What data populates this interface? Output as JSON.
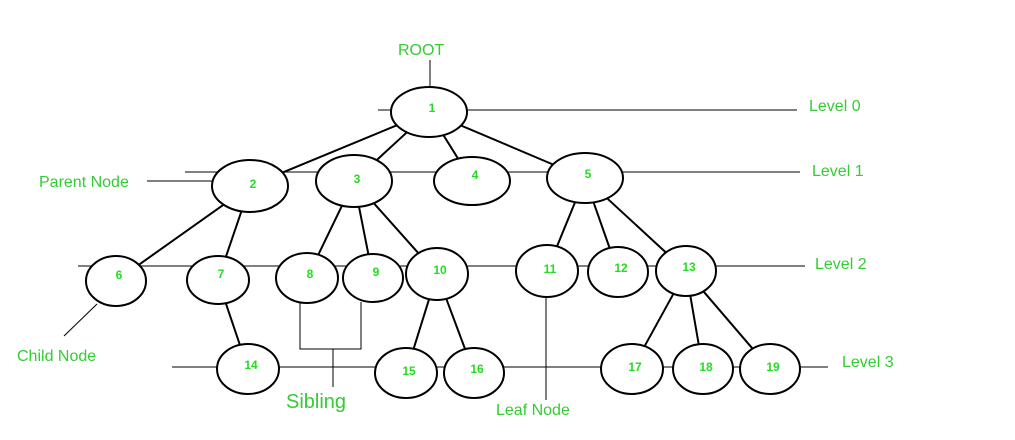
{
  "colors": {
    "text_accent": "#33cc33",
    "node_label": "#22dd22",
    "stroke": "#000000"
  },
  "annotations": {
    "root": "ROOT",
    "parent_node": "Parent Node",
    "child_node": "Child Node",
    "sibling": "Sibling",
    "leaf_node": "Leaf Node"
  },
  "levels": [
    "Level 0",
    "Level 1",
    "Level 2",
    "Level 3"
  ],
  "nodes": [
    "1",
    "2",
    "3",
    "4",
    "5",
    "6",
    "7",
    "8",
    "9",
    "10",
    "11",
    "12",
    "13",
    "14",
    "15",
    "16",
    "17",
    "18",
    "19"
  ],
  "edges": [
    [
      "1",
      "2"
    ],
    [
      "1",
      "3"
    ],
    [
      "1",
      "4"
    ],
    [
      "1",
      "5"
    ],
    [
      "2",
      "6"
    ],
    [
      "2",
      "7"
    ],
    [
      "3",
      "8"
    ],
    [
      "3",
      "9"
    ],
    [
      "3",
      "10"
    ],
    [
      "5",
      "11"
    ],
    [
      "5",
      "12"
    ],
    [
      "5",
      "13"
    ],
    [
      "7",
      "14"
    ],
    [
      "10",
      "15"
    ],
    [
      "10",
      "16"
    ],
    [
      "13",
      "17"
    ],
    [
      "13",
      "18"
    ],
    [
      "13",
      "19"
    ]
  ]
}
